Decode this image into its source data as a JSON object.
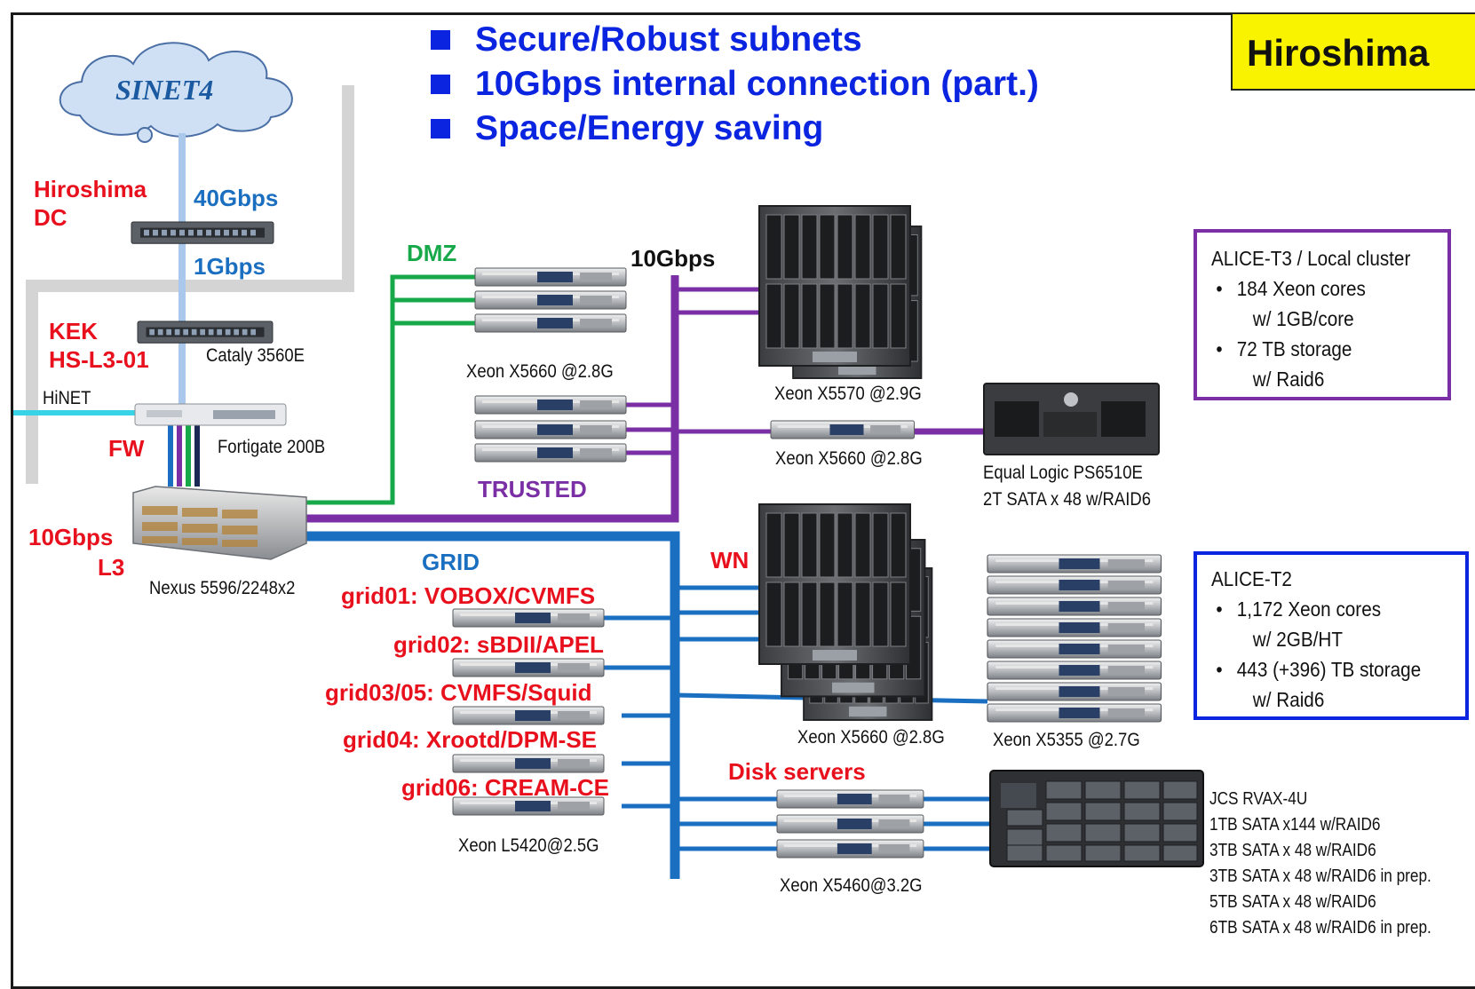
{
  "bullets": [
    "Secure/Robust subnets",
    "10Gbps internal connection (part.)",
    "Space/Energy saving"
  ],
  "site_badge": "Hiroshima",
  "cloud_logo": "SINET4",
  "left_labels": {
    "dc_line1": "Hiroshima",
    "dc_line2": "DC",
    "kek_line1": "KEK",
    "kek_line2": "HS-L3-01",
    "hinet": "HiNET",
    "fw": "FW",
    "l3_line1": "10Gbps",
    "l3_line2": "L3"
  },
  "links": {
    "uplink": "40Gbps",
    "downlink": "1Gbps",
    "internal": "10Gbps"
  },
  "devices": {
    "catalyst": "Cataly 3560E",
    "fortigate": "Fortigate 200B",
    "nexus": "Nexus 5596/2248x2"
  },
  "zones": {
    "dmz": "DMZ",
    "trusted": "TRUSTED",
    "grid": "GRID",
    "wn": "WN",
    "disk": "Disk servers"
  },
  "captions": {
    "dmz_servers": "Xeon X5660 @2.8G",
    "blade_top": "Xeon X5570 @2.9G",
    "trusted_server": "Xeon X5660 @2.8G",
    "equal_logic_1": "Equal Logic PS6510E",
    "equal_logic_2": "2T SATA x 48 w/RAID6",
    "blade_wn": "Xeon X5660 @2.8G",
    "rack_wn": "Xeon X5355 @2.7G",
    "grid_servers": "Xeon L5420@2.5G",
    "disk_servers": "Xeon X5460@3.2G"
  },
  "grid_nodes": [
    "grid01: VOBOX/CVMFS",
    "grid02: sBDII/APEL",
    "grid03/05: CVMFS/Squid",
    "grid04: Xrootd/DPM-SE",
    "grid06: CREAM-CE"
  ],
  "alice_t3": {
    "title": "ALICE-T3 / Local cluster",
    "item1": "184 Xeon cores",
    "item1_sub": "w/ 1GB/core",
    "item2": "72 TB storage",
    "item2_sub": "w/ Raid6"
  },
  "alice_t2": {
    "title": "ALICE-T2",
    "item1": "1,172 Xeon cores",
    "item1_sub": "w/ 2GB/HT",
    "item2": "443 (+396) TB storage",
    "item2_sub": "w/ Raid6"
  },
  "jcs": {
    "title": "JCS RVAX-4U",
    "lines": [
      "1TB SATA  x144 w/RAID6",
      "3TB SATA  x  48 w/RAID6",
      "3TB SATA  x  48 w/RAID6 in prep.",
      "5TB SATA  x  48 w/RAID6",
      "6TB SATA  x  48 w/RAID6 in prep."
    ]
  },
  "colors": {
    "blue_net": "#1b6fc0",
    "purple_net": "#7a2fa5",
    "green_net": "#17a84a",
    "light_blue": "#a9c8ec",
    "cyan": "#38d3e6",
    "grey_path": "#d4d4d4",
    "headline": "#0a24e0",
    "red_label": "#e8101c"
  },
  "icons": [
    "cloud-icon",
    "switch-icon",
    "firewall-icon",
    "core-switch-icon",
    "rack-server-icon",
    "blade-chassis-icon",
    "storage-array-icon",
    "disk-enclosure-icon"
  ]
}
